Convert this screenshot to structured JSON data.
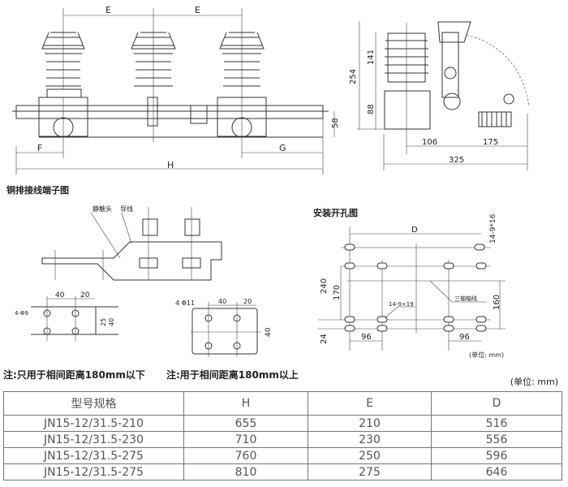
{
  "front_view": {
    "dim_E1": "E",
    "dim_E2": "E",
    "dim_F": "F",
    "dim_G": "G",
    "dim_H": "H",
    "dim_58": "58"
  },
  "side_view": {
    "dim_254": "254",
    "dim_141": "141",
    "dim_88": "88",
    "dim_106": "106",
    "dim_175": "175",
    "dim_325": "325"
  },
  "terminal": {
    "title": "铜排接线端子图",
    "label_static_contact": "静触头",
    "label_wire": "导线",
    "left_dims": {
      "d40": "40",
      "d20": "20",
      "holes": "4-Φ9",
      "d25": "25",
      "d40v": "40"
    },
    "right_dims": {
      "holes": "4 Φ11",
      "d40": "40",
      "d20": "20",
      "d40v": "40"
    }
  },
  "mounting": {
    "title": "安装开孔图",
    "dim_D": "D",
    "slot_top": "14-9*16",
    "dim_240": "240",
    "dim_170": "170",
    "dim_160": "160",
    "dim_24": "24",
    "slot_mid": "14-9×19",
    "axis_label": "三轴轴线",
    "dim_96a": "96",
    "dim_96b": "96",
    "unit": "(单位: mm)"
  },
  "notes": {
    "left": "注:只用于相间距离180mm以下",
    "right": "注:用于相间距离180mm以上"
  },
  "table_unit": "(单位: mm)",
  "table": {
    "headers": [
      "型号规格",
      "H",
      "E",
      "D"
    ],
    "rows": [
      [
        "JN15-12/31.5-210",
        "655",
        "210",
        "516"
      ],
      [
        "JN15-12/31.5-230",
        "710",
        "230",
        "556"
      ],
      [
        "JN15-12/31.5-275",
        "760",
        "250",
        "596"
      ],
      [
        "JN15-12/31.5-275",
        "810",
        "275",
        "646"
      ]
    ]
  }
}
